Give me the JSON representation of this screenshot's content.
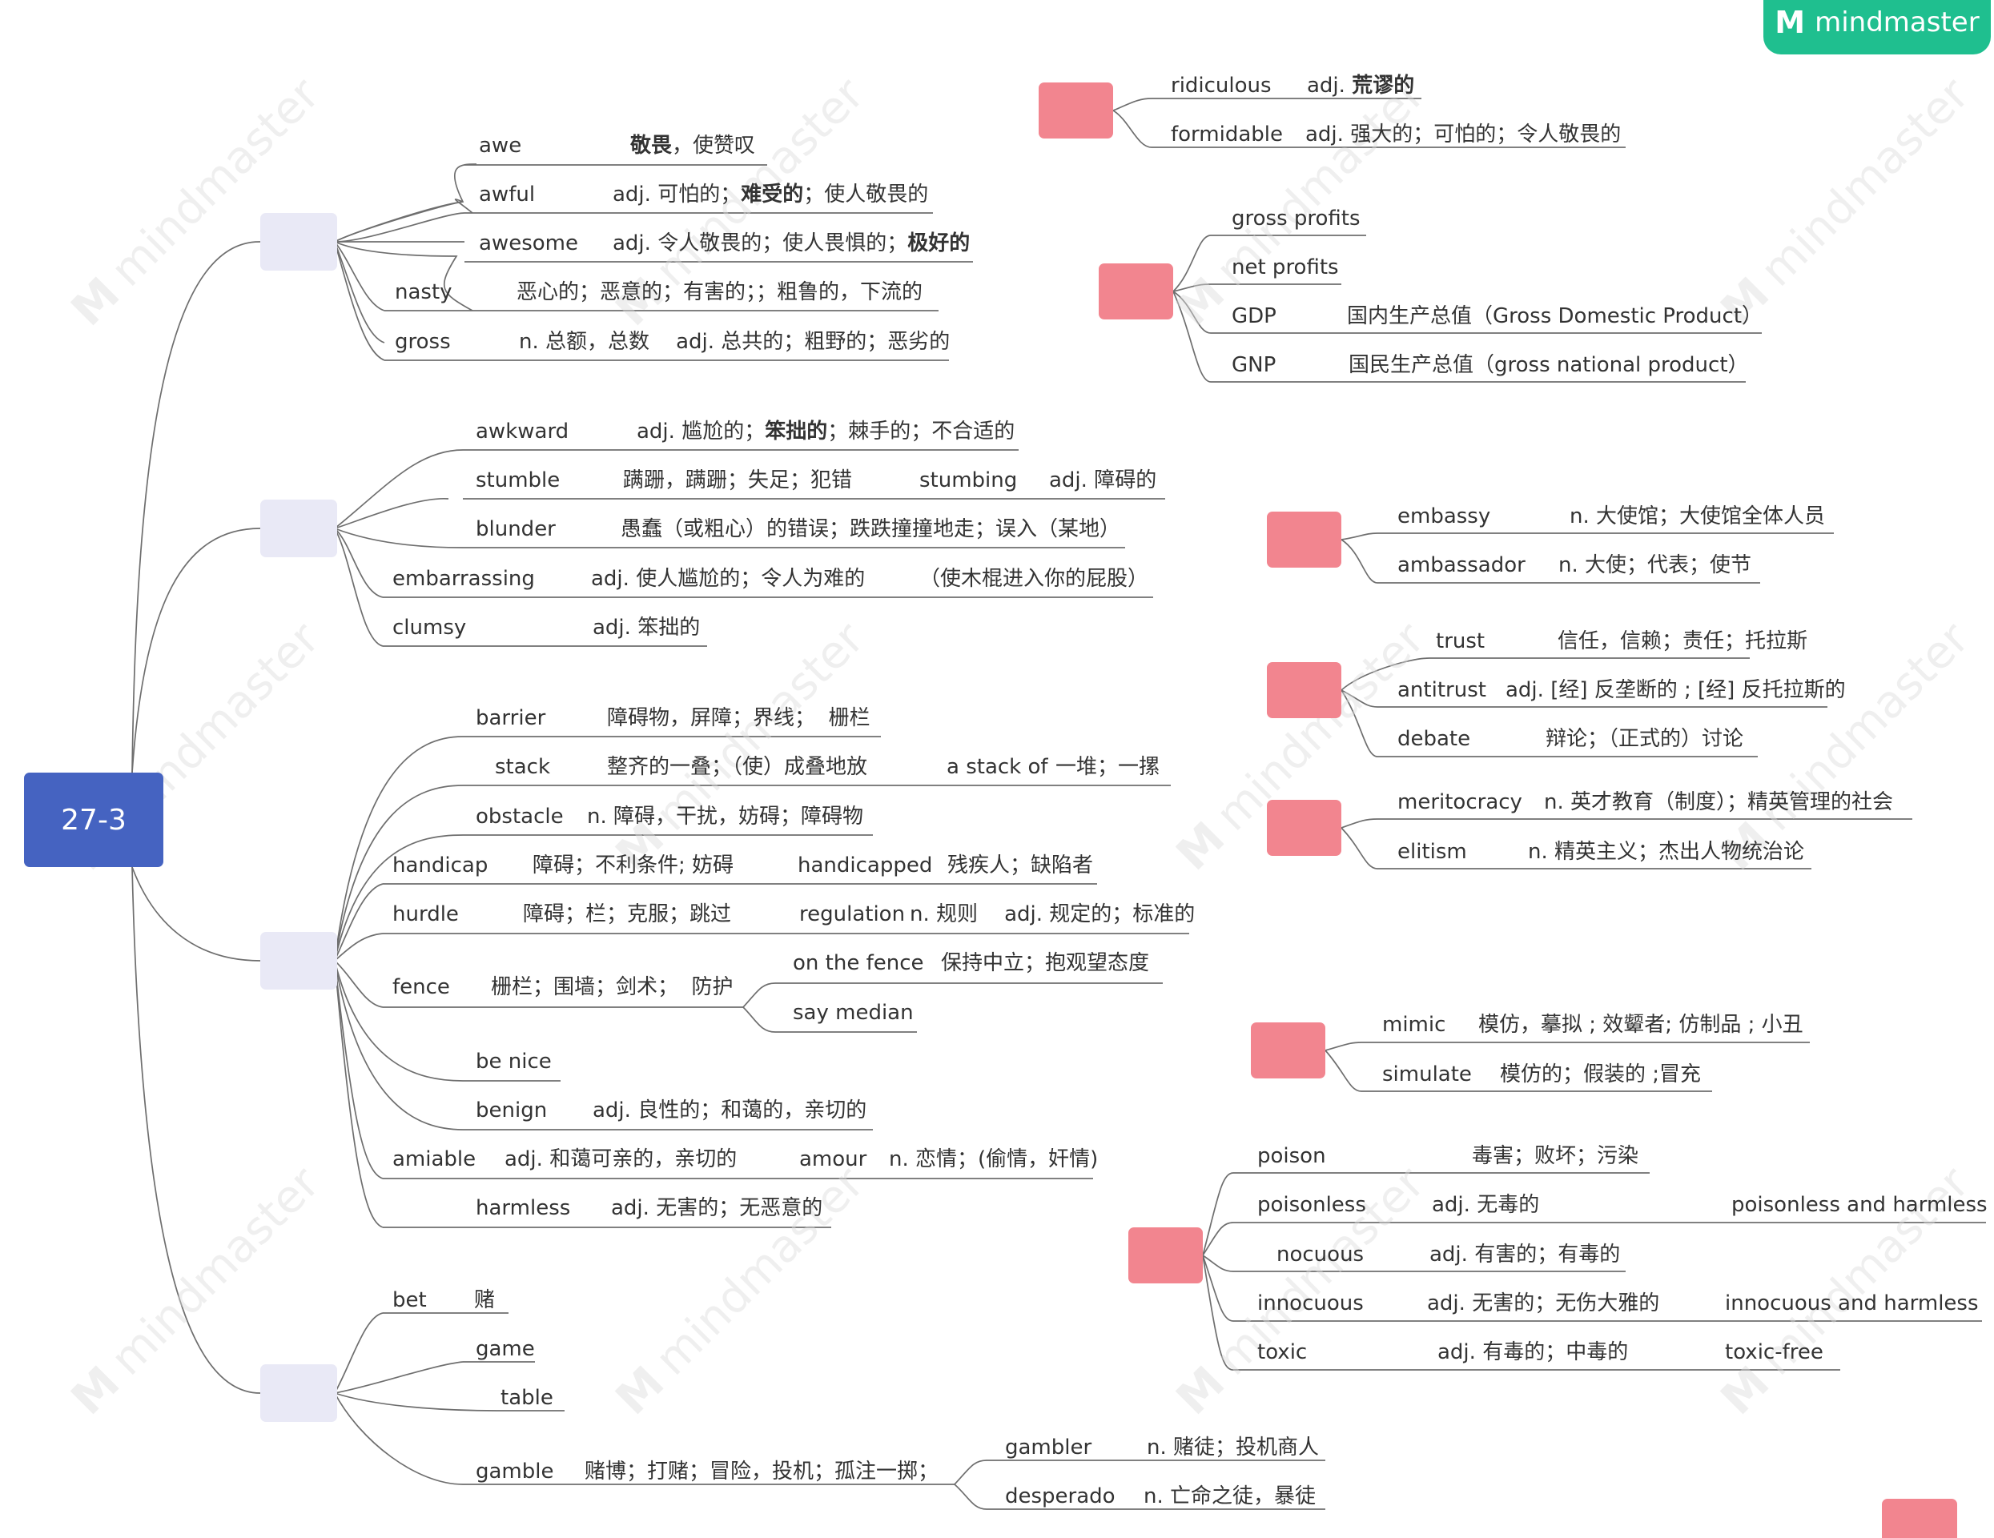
{
  "app": {
    "logo_text": "mindmaster",
    "watermark_text": "mindmaster"
  },
  "colors": {
    "root": "#4563c1",
    "grey_topic": "#e9e9f6",
    "pink_topic": "#f2858f",
    "logo": "#1fbf8f",
    "line": "#6e6e6e"
  },
  "root": {
    "label": "27-3"
  },
  "leaves": {
    "awe": {
      "w": "awe",
      "d_bold": "敬畏",
      "d": "，使赞叹"
    },
    "awful": {
      "w": "awful",
      "d1": "adj. 可怕的；",
      "d_bold": "难受的",
      "d2": "；使人敬畏的"
    },
    "awesome": {
      "w": "awesome",
      "d1": "adj. 令人敬畏的；使人畏惧的；",
      "d_bold": "极好的"
    },
    "nasty": {
      "w": "nasty",
      "d": "恶心的；恶意的；有害的；；粗鲁的，下流的"
    },
    "gross": {
      "w": "gross",
      "d": "n. 总额，总数    adj. 总共的；粗野的；恶劣的"
    },
    "awkward": {
      "w": "awkward",
      "d1": "adj. 尴尬的；",
      "d_bold": "笨拙的",
      "d2": "；棘手的；不合适的"
    },
    "stumble": {
      "w": "stumble",
      "d": "蹒跚，蹒跚；失足；犯错",
      "w2": "stumbing",
      "d2": "adj. 障碍的"
    },
    "blunder": {
      "w": "blunder",
      "d": "愚蠢（或粗心）的错误；跌跌撞撞地走；误入（某地）"
    },
    "embarrassing": {
      "w": "embarrassing",
      "d": "adj. 使人尴尬的；令人为难的",
      "n": "（使木棍进入你的屁股）"
    },
    "clumsy": {
      "w": "clumsy",
      "d": "adj. 笨拙的"
    },
    "barrier": {
      "w": "barrier",
      "d": "障碍物，屏障；界线；  栅栏"
    },
    "stack": {
      "w": "stack",
      "d": "整齐的一叠；（使）成叠地放",
      "w2": "a stack of",
      "d2": "一堆；一摞"
    },
    "obstacle": {
      "w": "obstacle",
      "d": "n. 障碍，干扰，妨碍；障碍物"
    },
    "handicap": {
      "w": "handicap",
      "d": "障碍；不利条件; 妨碍",
      "w2": "handicapped",
      "d2": "残疾人；缺陷者"
    },
    "hurdle": {
      "w": "hurdle",
      "d": "障碍；栏；克服；跳过",
      "w2": "regulation",
      "d2": "n. 规则    adj. 规定的；标准的"
    },
    "fence": {
      "w": "fence",
      "d": "栅栏；围墙；剑术；  防护"
    },
    "on_the_fence": {
      "w": "on the fence",
      "d": "保持中立；抱观望态度"
    },
    "say_median": {
      "w": "say median"
    },
    "be_nice": {
      "w": "be nice"
    },
    "benign": {
      "w": "benign",
      "d": "adj. 良性的；和蔼的，亲切的"
    },
    "amiable": {
      "w": "amiable",
      "d": "adj. 和蔼可亲的，亲切的",
      "w2": "amour",
      "d2": "n. 恋情；(偷情，奸情)"
    },
    "harmless": {
      "w": "harmless",
      "d": "adj. 无害的；无恶意的"
    },
    "bet": {
      "w": "bet",
      "d": "赌"
    },
    "game": {
      "w": "game"
    },
    "table": {
      "w": "table"
    },
    "gamble": {
      "w": "gamble",
      "d": "赌博；打赌；冒险，投机；孤注一掷；"
    },
    "gambler": {
      "w": "gambler",
      "d": "n. 赌徒；投机商人"
    },
    "desperado": {
      "w": "desperado",
      "d": "n. 亡命之徒，暴徒"
    },
    "ridiculous": {
      "w": "ridiculous",
      "d1": "adj. ",
      "d_bold": "荒谬的"
    },
    "formidable": {
      "w": "formidable",
      "d": "adj. 强大的；可怕的；令人敬畏的"
    },
    "gross_profits": {
      "w": "gross profits"
    },
    "net_profits": {
      "w": "net profits"
    },
    "gdp": {
      "w": "GDP",
      "d": "国内生产总值（Gross Domestic Product）"
    },
    "gnp": {
      "w": "GNP",
      "d": "国民生产总值（gross national product）"
    },
    "embassy": {
      "w": "embassy",
      "d": "n. 大使馆；大使馆全体人员"
    },
    "ambassador": {
      "w": "ambassador",
      "d": "n. 大使；代表；使节"
    },
    "trust": {
      "w": "trust",
      "d": "信任，信赖；责任；托拉斯"
    },
    "antitrust": {
      "w": "antitrust",
      "d": "adj. [经] 反垄断的 ; [经] 反托拉斯的"
    },
    "debate": {
      "w": "debate",
      "d": "辩论；（正式的）讨论"
    },
    "meritocracy": {
      "w": "meritocracy",
      "d": "n. 英才教育（制度）；精英管理的社会"
    },
    "elitism": {
      "w": "elitism",
      "d": "n. 精英主义；杰出人物统治论"
    },
    "mimic": {
      "w": "mimic",
      "d": "模仿，摹拟 ; 效颦者; 仿制品 ; 小丑"
    },
    "simulate": {
      "w": "simulate",
      "d": "模仿的；假装的 ;冒充"
    },
    "poison": {
      "w": "poison",
      "d": "毒害；败坏；污染"
    },
    "poisonless": {
      "w": "poisonless",
      "d": "adj. 无毒的",
      "n": "poisonless and harmless"
    },
    "nocuous": {
      "w": "nocuous",
      "d": "adj. 有害的；有毒的"
    },
    "innocuous": {
      "w": "innocuous",
      "d": "adj. 无害的；无伤大雅的",
      "n": "innocuous and harmless"
    },
    "toxic": {
      "w": "toxic",
      "d": "adj. 有毒的；中毒的",
      "n": "toxic-free"
    }
  }
}
